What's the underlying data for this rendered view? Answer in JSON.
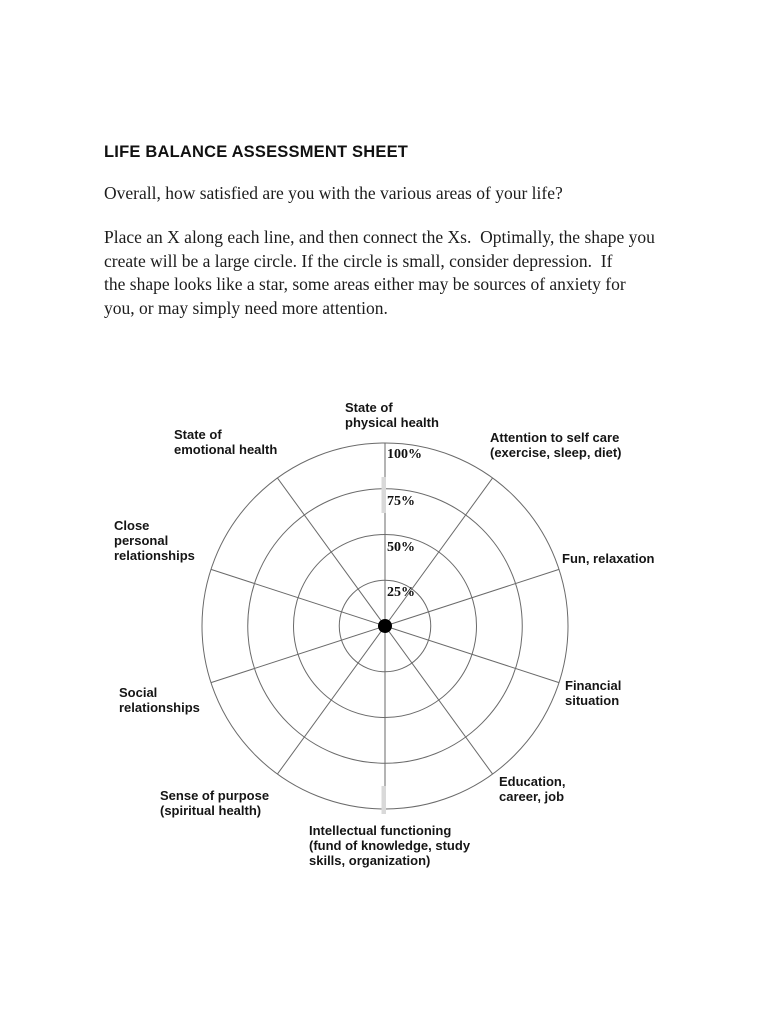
{
  "document": {
    "title": "LIFE BALANCE ASSESSMENT SHEET",
    "intro": "Overall, how satisfied are you with the various areas of your life?",
    "instructions": "Place an X along each line, and then connect the Xs.  Optimally, the shape you\ncreate will be a large circle. If the circle is small, consider depression.  If\nthe shape looks like a star, some areas either may be sources of anxiety for\nyou, or may simply need more attention."
  },
  "chart_data": {
    "type": "radar",
    "description": "Blank life-balance wheel: 10 spokes (one per life area), concentric rings marking satisfaction percent. No X marks are plotted.",
    "categories": [
      "State of\nphysical health",
      "Attention to self care\n(exercise, sleep, diet)",
      "Fun, relaxation",
      "Financial\nsituation",
      "Education,\ncareer, job",
      "Intellectual functioning\n(fund of knowledge, study\nskills, organization)",
      "Sense of purpose\n(spiritual health)",
      "Social\nrelationships",
      "Close\npersonal\nrelationships",
      "State of\nemotional health"
    ],
    "ring_percents": [
      100,
      75,
      50,
      25
    ],
    "ring_labels": [
      "100%",
      "75%",
      "50%",
      "25%"
    ],
    "series": [],
    "layout": {
      "angle_start_deg": 90,
      "angle_step_deg": -36,
      "direction": "clockwise-from-top",
      "grid": "concentric-circles",
      "line_color": "#6a6a6a",
      "center_dot_color": "#000000"
    }
  }
}
